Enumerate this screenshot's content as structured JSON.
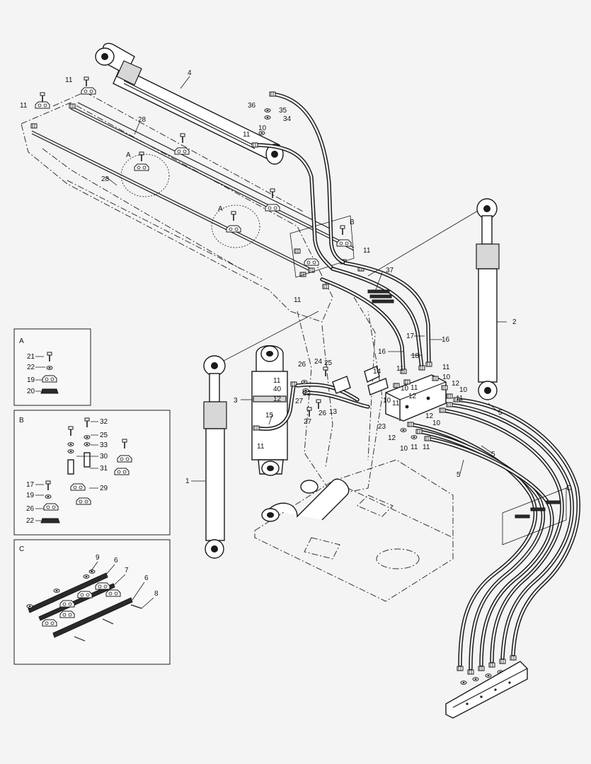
{
  "labels": {
    "n1": "1",
    "n2": "2",
    "n3": "3",
    "n4": "4",
    "n5": "5",
    "n16": "16",
    "n17": "17",
    "n18": "18",
    "n28": "28",
    "n37": "37",
    "n11": "11",
    "n10": "10",
    "n12": "12",
    "n13": "13",
    "n14": "14",
    "n15": "15",
    "n22": "22",
    "n23": "23",
    "n24": "24",
    "n25": "25",
    "n26": "26",
    "n27": "27",
    "n34": "34",
    "n35": "35",
    "n36": "36",
    "n40": "40",
    "view_a": "A",
    "view_b": "B",
    "view_c": "C"
  },
  "inset_a": {
    "title": "A",
    "parts": [
      "21",
      "22",
      "19",
      "20"
    ]
  },
  "inset_b": {
    "title": "B",
    "parts": [
      "32",
      "25",
      "33",
      "30",
      "31",
      "29",
      "17",
      "19",
      "26",
      "22"
    ]
  },
  "inset_c": {
    "title": "C",
    "parts": [
      "9",
      "6",
      "7",
      "6",
      "8"
    ]
  }
}
